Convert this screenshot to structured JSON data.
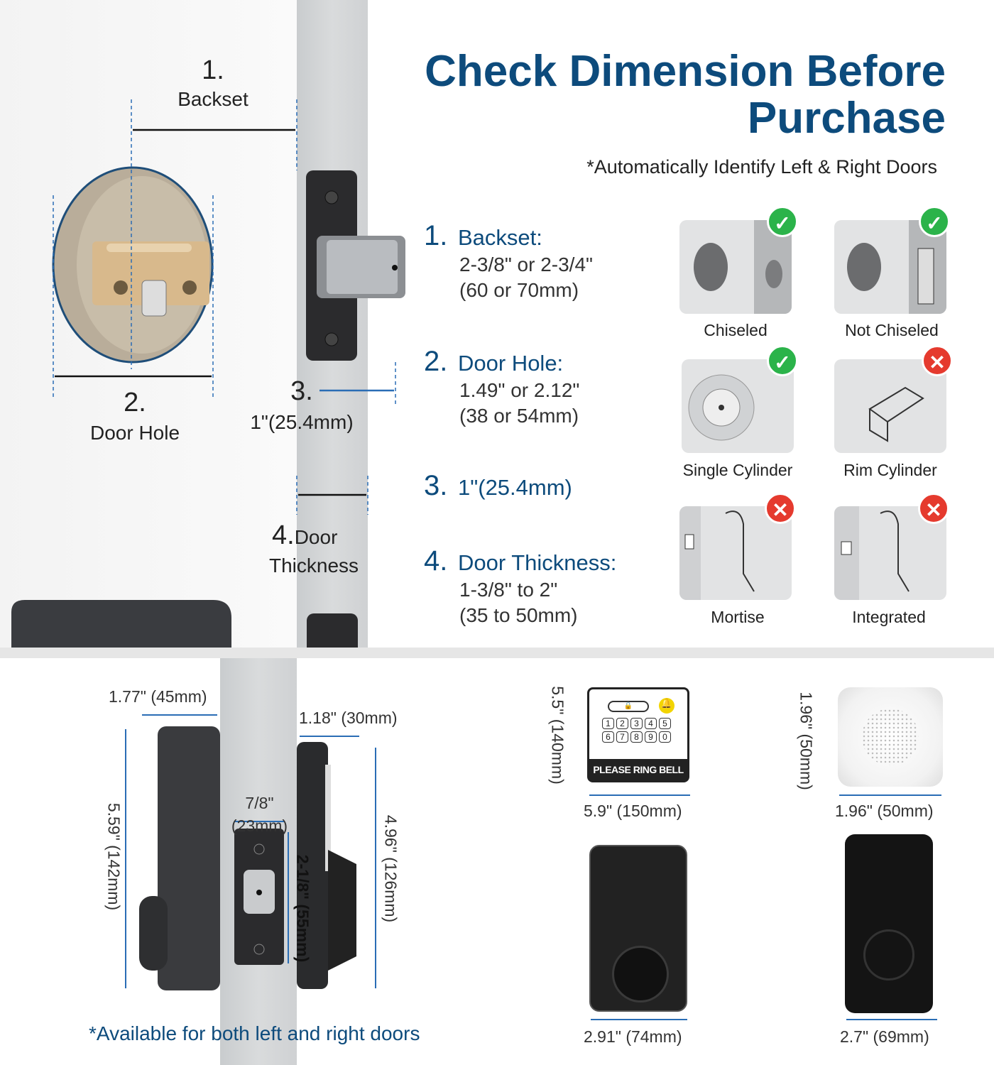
{
  "header": {
    "title_line1": "Check Dimension Before",
    "title_line2": "Purchase",
    "subtitle": "*Automatically Identify Left & Right Doors"
  },
  "diagram": {
    "backset_num": "1.",
    "backset_label": "Backset",
    "hole_num": "2.",
    "hole_label": "Door Hole",
    "bolt_num": "3.",
    "bolt_label": "1\"(25.4mm)",
    "thick_num": "4.",
    "thick_label1": "Door",
    "thick_label2": "Thickness"
  },
  "specs": [
    {
      "num": "1.",
      "label": "Backset:",
      "values": [
        "2-3/8\" or 2-3/4\"",
        "(60 or 70mm)"
      ]
    },
    {
      "num": "2.",
      "label": "Door Hole:",
      "values": [
        "1.49\" or 2.12\"",
        "(38 or 54mm)"
      ]
    },
    {
      "num": "3.",
      "label": "1\"(25.4mm)",
      "values": []
    },
    {
      "num": "4.",
      "label": "Door Thickness:",
      "values": [
        "1-3/8\" to 2\"",
        "(35 to 50mm)"
      ]
    }
  ],
  "door_types": [
    {
      "caption": "Chiseled",
      "status": "compatible"
    },
    {
      "caption": "Not Chiseled",
      "status": "compatible"
    },
    {
      "caption": "Single Cylinder",
      "status": "compatible"
    },
    {
      "caption": "Rim Cylinder",
      "status": "incompatible"
    },
    {
      "caption": "Mortise",
      "status": "incompatible"
    },
    {
      "caption": "Integrated",
      "status": "incompatible"
    }
  ],
  "colors": {
    "brand_blue": "#0d4b7c",
    "dim_blue": "#2a6db5",
    "ok": "#2bb34a",
    "no": "#e53a2e"
  },
  "lock_dims": {
    "exterior_depth": "1.77\" (45mm)",
    "interior_depth": "1.18\" (30mm)",
    "exterior_height": "5.59\" (142mm)",
    "interior_height": "4.96\" (126mm)",
    "faceplate_width": "7/8\"",
    "faceplate_width_mm": "(23mm)",
    "faceplate_height": "2-1/8\" (55mm)"
  },
  "accessories": {
    "sticker_height": "5.5\" (140mm)",
    "sticker_width": "5.9\" (150mm)",
    "sticker_text": "PLEASE RING BELL",
    "keys_row1": [
      "1",
      "2",
      "3",
      "4",
      "5"
    ],
    "keys_row2": [
      "6",
      "7",
      "8",
      "9",
      "0"
    ],
    "bell_height": "1.96\" (50mm)",
    "bell_width": "1.96\" (50mm)",
    "keypad_width": "2.91\" (74mm)",
    "interior_width": "2.7\" (69mm)"
  },
  "footnote": "*Available for both left and right doors"
}
